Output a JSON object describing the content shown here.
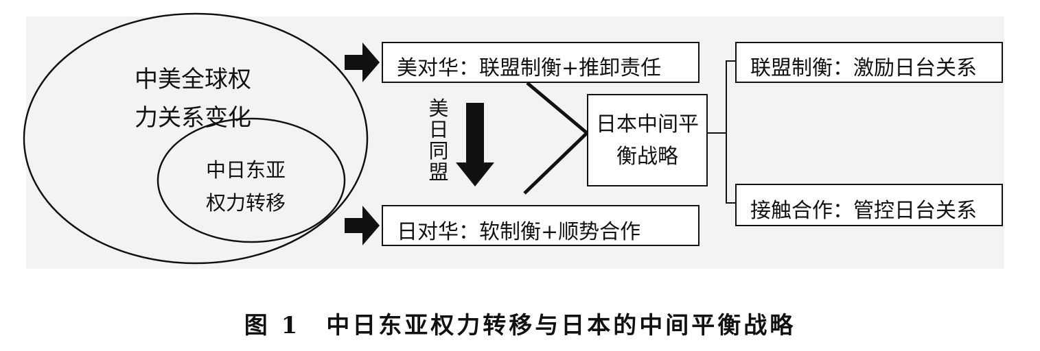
{
  "outer_circle": {
    "label": "中美全球权力关系变化"
  },
  "inner_circle": {
    "label": "中日东亚权力转移"
  },
  "us_policy_box": {
    "label": "美对华：联盟制衡+推卸责任"
  },
  "japan_policy_box": {
    "label": "日对华：软制衡+顺势合作"
  },
  "alliance_label": "美日同盟",
  "center_box": {
    "label": "日本中间平衡战略"
  },
  "right_boxes": [
    {
      "label": "联盟制衡：激励日台关系"
    },
    {
      "label": "接触合作：管控日台关系"
    }
  ],
  "caption": "图 1　中日东亚权力转移与日本的中间平衡战略",
  "colors": {
    "panel": "#f3f3f3",
    "stroke": "#111111"
  }
}
